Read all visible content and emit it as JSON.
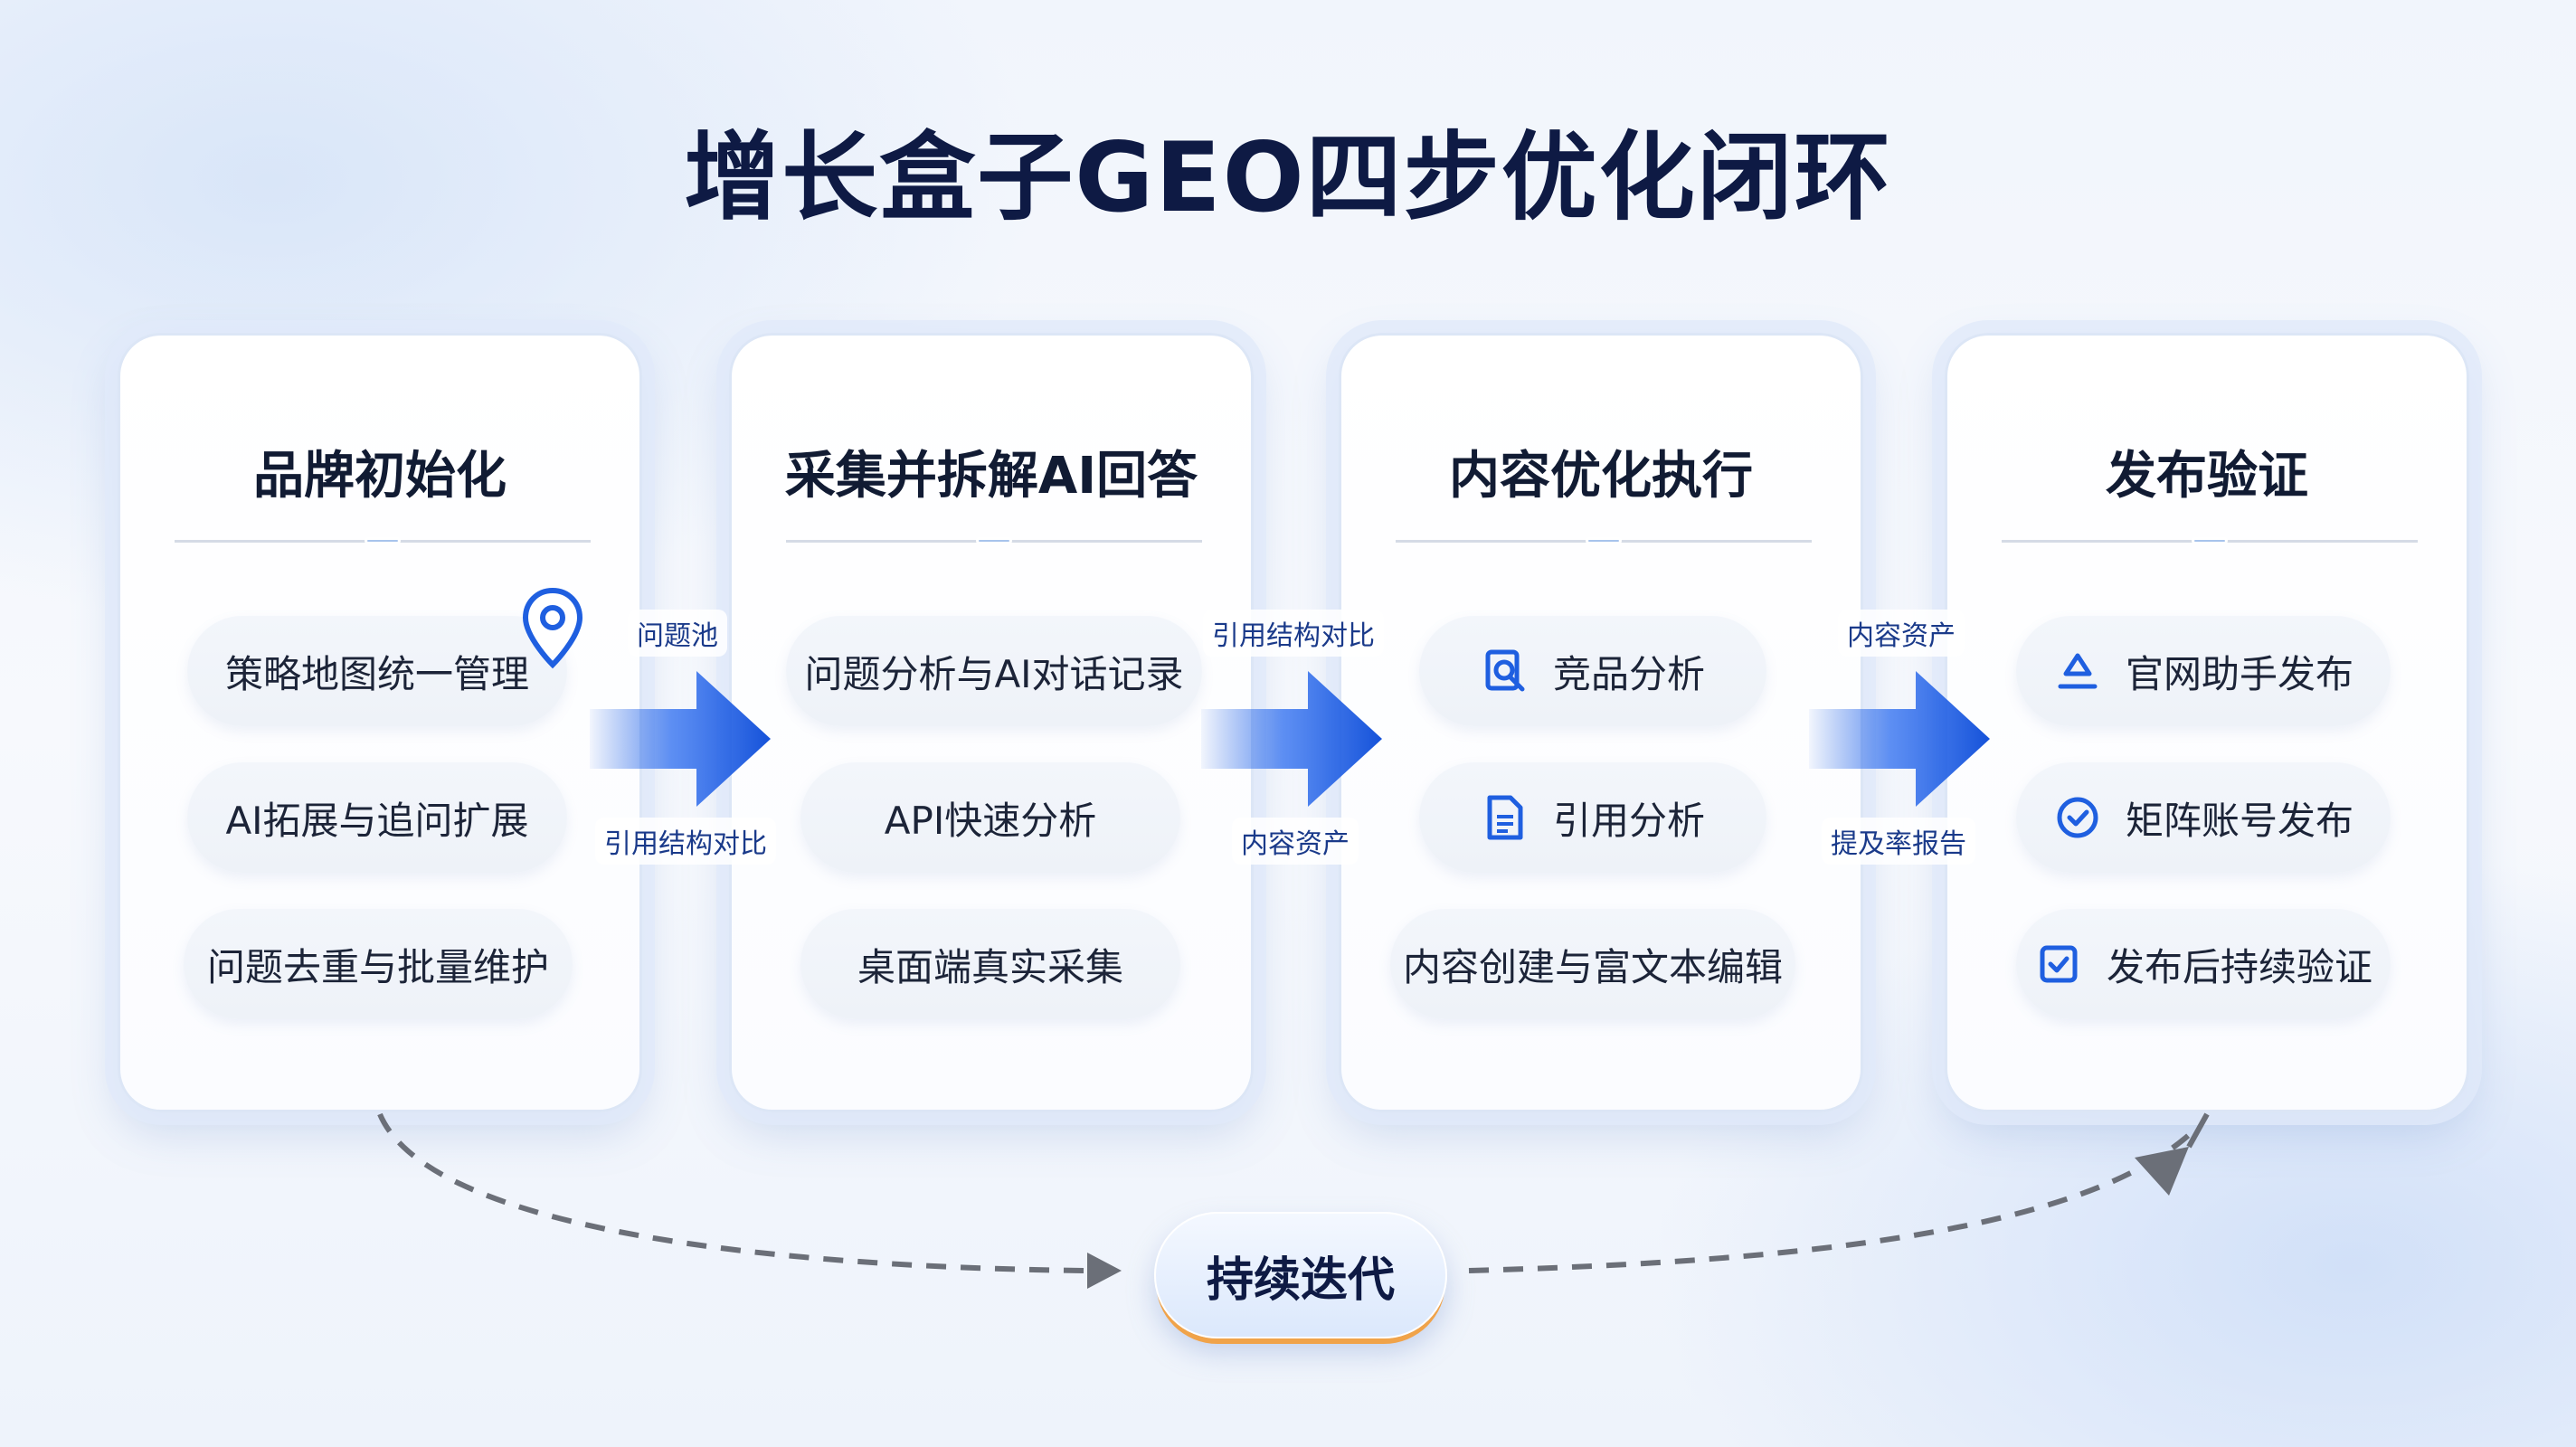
{
  "title": "增长盒子GEO四步优化闭环",
  "steps": [
    {
      "title": "品牌初始化",
      "items": [
        "策略地图统一管理",
        "AI拓展与追问扩展",
        "问题去重与批量维护"
      ]
    },
    {
      "title": "采集并拆解AI回答",
      "items": [
        "问题分析与AI对话记录",
        "API快速分析",
        "桌面端真实采集"
      ]
    },
    {
      "title": "内容优化执行",
      "items": [
        "竞品分析",
        "引用分析",
        "内容创建与富文本编辑"
      ],
      "icons": [
        "search-document-icon",
        "document-icon",
        ""
      ]
    },
    {
      "title": "发布验证",
      "items": [
        "官网助手发布",
        "矩阵账号发布",
        "发布后持续验证"
      ],
      "icons": [
        "publish-icon",
        "verified-badge-icon",
        "checklist-icon"
      ]
    }
  ],
  "connectors": [
    {
      "top_label": "问题池",
      "bottom_label": "引用结构对比"
    },
    {
      "top_label": "引用结构对比",
      "bottom_label": "内容资产"
    },
    {
      "top_label": "内容资产",
      "bottom_label": "提及率报告"
    }
  ],
  "loop_label": "持续迭代",
  "colors": {
    "title": "#0e1a44",
    "arrow_blue": "#1f5fe0",
    "accent_orange": "#f0a34a",
    "label_blue": "#1a3a8a"
  }
}
